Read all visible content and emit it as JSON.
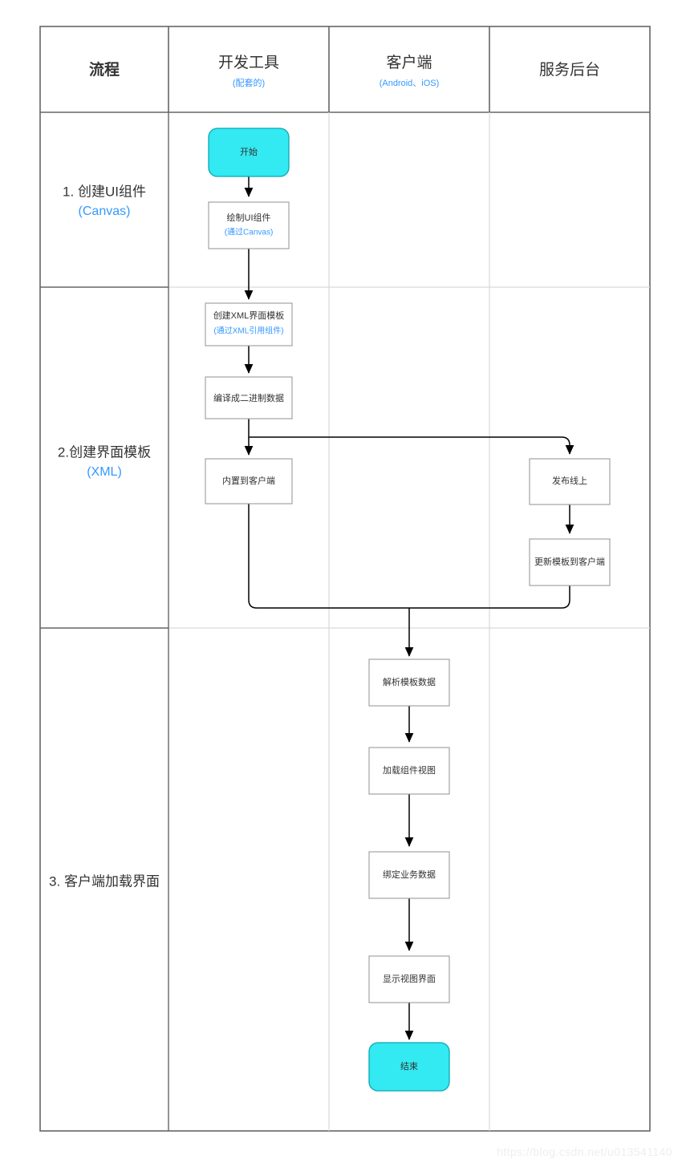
{
  "table": {
    "columns": [
      {
        "title": "流程",
        "subtitle": ""
      },
      {
        "title": "开发工具",
        "subtitle": "(配套的)"
      },
      {
        "title": "客户端",
        "subtitle": "(Android、iOS)"
      },
      {
        "title": "服务后台",
        "subtitle": ""
      }
    ],
    "rows": [
      {
        "label": "1. 创建UI组件",
        "sublabel": "(Canvas)"
      },
      {
        "label": "2.创建界面模板",
        "sublabel": "(XML)"
      },
      {
        "label": "3. 客户端加载界面",
        "sublabel": ""
      }
    ]
  },
  "nodes": {
    "start": {
      "label": "开始",
      "shape": "terminator",
      "color": "#33e9f2"
    },
    "draw_ui": {
      "label": "绘制UI组件",
      "sublabel": "(通过Canvas)",
      "shape": "process"
    },
    "create_xml": {
      "label": "创建XML界面模板",
      "sublabel": "(通过XML引用组件)",
      "shape": "process"
    },
    "compile_bin": {
      "label": "编译成二进制数据",
      "sublabel": "",
      "shape": "process"
    },
    "builtin_client": {
      "label": "内置到客户端",
      "sublabel": "",
      "shape": "process"
    },
    "publish_online": {
      "label": "发布线上",
      "sublabel": "",
      "shape": "process"
    },
    "update_template": {
      "label": "更新模板到客户端",
      "sublabel": "",
      "shape": "process"
    },
    "parse_template": {
      "label": "解析模板数据",
      "sublabel": "",
      "shape": "process"
    },
    "load_view": {
      "label": "加载组件视图",
      "sublabel": "",
      "shape": "process"
    },
    "bind_data": {
      "label": "绑定业务数据",
      "sublabel": "",
      "shape": "process"
    },
    "show_view": {
      "label": "显示视图界面",
      "sublabel": "",
      "shape": "process"
    },
    "end": {
      "label": "结束",
      "shape": "terminator",
      "color": "#33e9f2"
    }
  },
  "colors": {
    "terminator_fill": "#33e9f2",
    "terminator_stroke": "#0aa8b4",
    "node_stroke": "#9a9a9a",
    "grid_dark": "#666666",
    "grid_light": "#d9d9d9",
    "accent_blue": "#3399ff",
    "text": "#333333"
  },
  "watermark": "https://blog.csdn.net/u013541140"
}
